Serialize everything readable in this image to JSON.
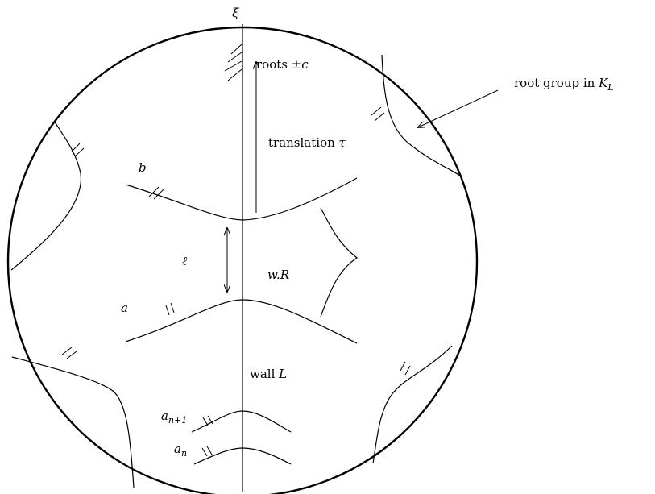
{
  "labels": {
    "xi": "ξ",
    "roots_text": "roots ±",
    "roots_var": "c",
    "root_group_text": "root group in ",
    "root_group_var": "K",
    "root_group_sub": "L",
    "translation_text": "translation ",
    "translation_var": "τ",
    "b": "b",
    "a": "a",
    "ell": "ℓ",
    "wR": "w.R",
    "wall_text": "wall ",
    "wall_var": "L",
    "an1_base": "a",
    "an1_sub": "n+1",
    "an_base": "a",
    "an_sub": "n"
  }
}
